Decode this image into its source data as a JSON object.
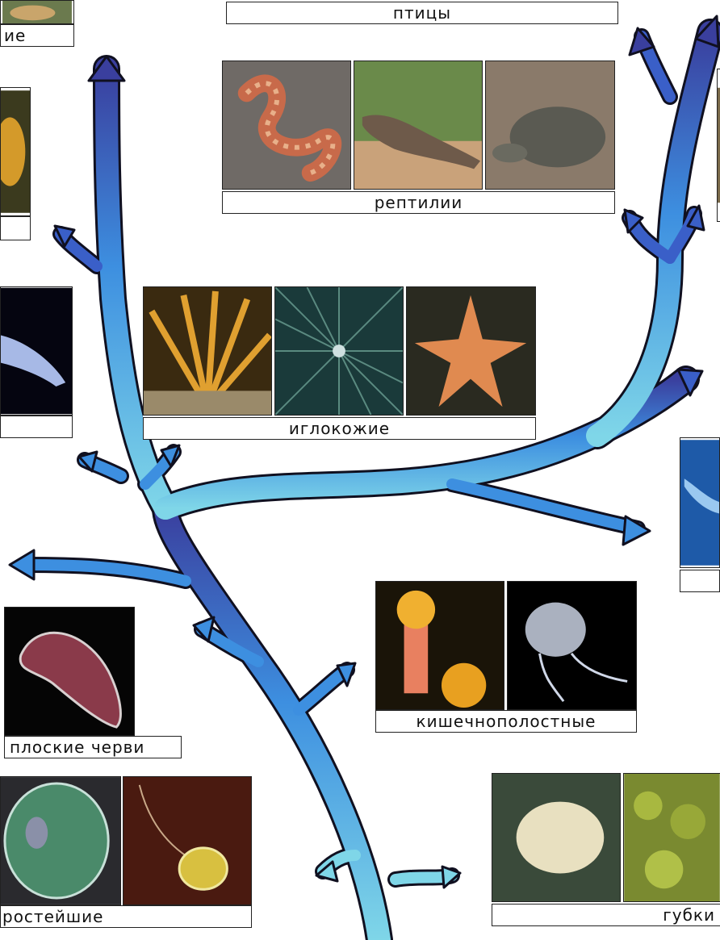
{
  "colors": {
    "branch_top": "#3a3f9e",
    "branch_mid": "#3d8fe0",
    "branch_bottom": "#7fd6e8",
    "outline": "#101020"
  },
  "groups": {
    "birds": {
      "caption": "птицы"
    },
    "reptiles": {
      "caption": "рептилии",
      "photos": [
        "snake",
        "monitor-lizard",
        "tortoise"
      ]
    },
    "echinoderms": {
      "caption": "иглокожие",
      "photos": [
        "sea-lily",
        "sea-urchin",
        "starfish"
      ]
    },
    "cnidarians": {
      "caption": "кишечнополостные",
      "photos": [
        "sea-anemone",
        "jellyfish"
      ]
    },
    "flatworms": {
      "caption": "плоские черви",
      "photos": [
        "planarian"
      ]
    },
    "protozoa": {
      "caption": "ростейшие",
      "photos": [
        "paramecium",
        "euglena"
      ]
    },
    "sponges": {
      "caption": "губки",
      "photos": [
        "white-sponge",
        "green-sponge"
      ]
    },
    "top_left": {
      "caption": "ие",
      "photos": [
        "insect"
      ]
    },
    "mid_left": {
      "photos": [
        "mollusc",
        "squid"
      ]
    },
    "right_fish": {
      "photos": [
        "shark"
      ]
    },
    "right_top": {
      "photos": [
        "mammal"
      ]
    }
  }
}
